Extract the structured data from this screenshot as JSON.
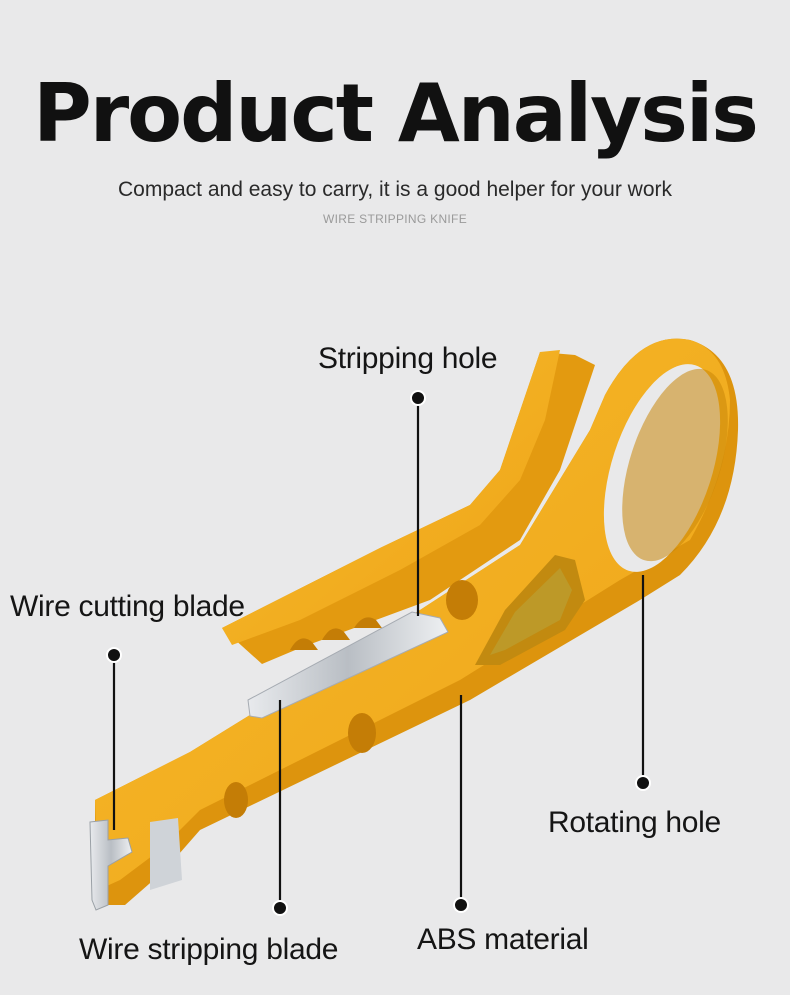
{
  "header": {
    "title": "Product Analysis",
    "subtitle": "Compact and easy to carry, it is a good helper for your work",
    "caption": "WIRE STRIPPING KNIFE"
  },
  "callouts": {
    "stripping_hole": "Stripping hole",
    "wire_cutting_blade": "Wire cutting blade",
    "rotating_hole": "Rotating hole",
    "abs_material": "ABS material",
    "wire_stripping_blade": "Wire stripping blade"
  },
  "colors": {
    "background": "#e9e9ea",
    "tool_body": "#f2ac1c",
    "tool_shadow": "#d98f0c",
    "blade": "#cfd3d8",
    "text": "#151515"
  }
}
